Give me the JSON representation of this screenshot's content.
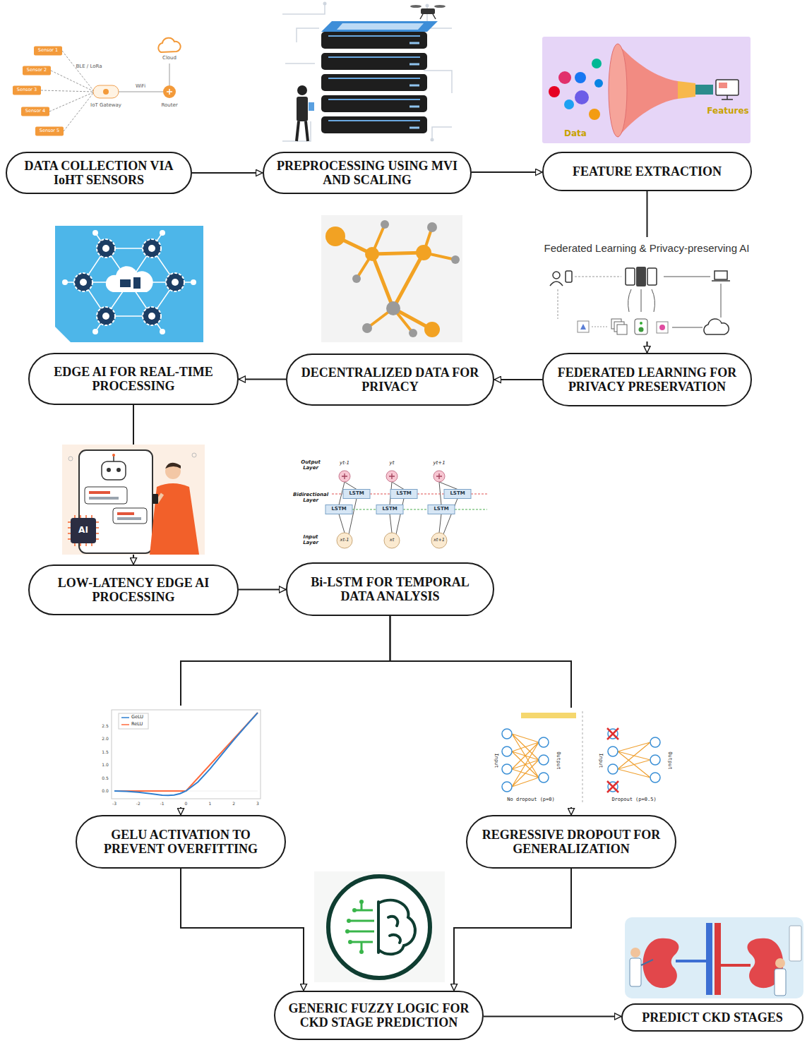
{
  "diagram": {
    "nodes": [
      {
        "text": [
          "DATA COLLECTION VIA IoHT SENSORS"
        ]
      },
      {
        "text": [
          "PREPROCESSING USING MVI AND SCALING"
        ]
      },
      {
        "text": [
          "FEATURE EXTRACTION"
        ]
      },
      {
        "text": [
          "FEDERATED LEARNING FOR PRIVACY PRESERVATION"
        ]
      },
      {
        "text": [
          "DECENTRALIZED DATA FOR PRIVACY"
        ]
      },
      {
        "text": [
          "EDGE AI FOR REAL-TIME PROCESSING"
        ]
      },
      {
        "text": [
          "LOW-LATENCY EDGE AI PROCESSING"
        ]
      },
      {
        "text": [
          "Bi-LSTM FOR TEMPORAL DATA ANALYSIS"
        ]
      },
      {
        "text": [
          "GELU ACTIVATION TO PREVENT OVERFITTING"
        ]
      },
      {
        "text": [
          "REGRESSIVE DROPOUT FOR GENERALIZATION"
        ]
      },
      {
        "text": [
          "GENERIC FUZZY LOGIC FOR CKD STAGE PREDICTION"
        ]
      },
      {
        "text": [
          "PREDICT CKD STAGES"
        ]
      }
    ],
    "edges": [
      {
        "from": 0,
        "to": 1,
        "arrow": "to"
      },
      {
        "from": 1,
        "to": 2,
        "arrow": "to"
      },
      {
        "from": 2,
        "to": 3,
        "arrow": "to"
      },
      {
        "from": 3,
        "to": 4,
        "arrow": "to"
      },
      {
        "from": 4,
        "to": 5,
        "arrow": "to"
      },
      {
        "from": 5,
        "to": 6,
        "arrow": "to"
      },
      {
        "from": 6,
        "to": 7,
        "arrow": "to"
      },
      {
        "from": 7,
        "to": 8,
        "arrow": "to"
      },
      {
        "from": 7,
        "to": 9,
        "arrow": "to"
      },
      {
        "from": 8,
        "to": 10,
        "arrow": "to"
      },
      {
        "from": 9,
        "to": 10,
        "arrow": "to"
      },
      {
        "from": 10,
        "to": 11,
        "arrow": "to"
      }
    ],
    "labels": [
      "Sensor 1",
      "Sensor 2",
      "Sensor 3",
      "Sensor 4",
      "Sensor 5",
      "BLE / LoRa",
      "IoT Gateway",
      "WiFi",
      "Cloud",
      "Router",
      "Data",
      "Features",
      "Federated Learning & Privacy-preserving AI",
      "AI",
      "Output Layer",
      "Bidirectional Layer",
      "Input Layer",
      "yt-1",
      "yt",
      "yt+1",
      "LSTM",
      "LSTM",
      "LSTM",
      "LSTM",
      "LSTM",
      "LSTM",
      "xt-1",
      "xt",
      "xt+1",
      "GeLU",
      "ReLU",
      "-3",
      "-2",
      "-1",
      "0",
      "1",
      "2",
      "3",
      "0.0",
      "0.5",
      "1.0",
      "1.5",
      "2.0",
      "2.5",
      "Input",
      "Output",
      "No dropout (p=0)",
      "Input",
      "Output",
      "Dropout (p=0.5)"
    ]
  }
}
